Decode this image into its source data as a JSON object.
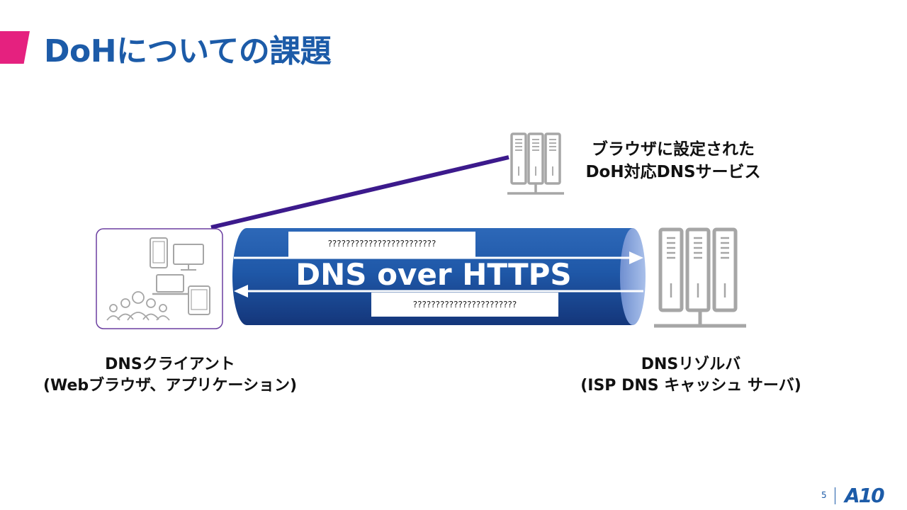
{
  "title": "DoHについての課題",
  "tunnel": {
    "label": "DNS over HTTPS",
    "upper_label": "????????????????????????",
    "lower_label": "???????????????????????"
  },
  "client": {
    "line1": "DNSクライアント",
    "line2": "(Webブラウザ、アプリケーション)"
  },
  "resolver": {
    "line1": "DNSリゾルバ",
    "line2": "(ISP DNS キャッシュ サーバ)"
  },
  "doh_service": {
    "line1": "ブラウザに設定された",
    "line2": "DoH対応DNSサービス"
  },
  "footer": {
    "page_number": "5",
    "logo": "A10"
  },
  "colors": {
    "title": "#1c5ba8",
    "accent": "#e5217f",
    "tunnel": "#1b4b9a",
    "doh_line": "#3c1a8c",
    "icon_gray": "#a6a6a6"
  }
}
